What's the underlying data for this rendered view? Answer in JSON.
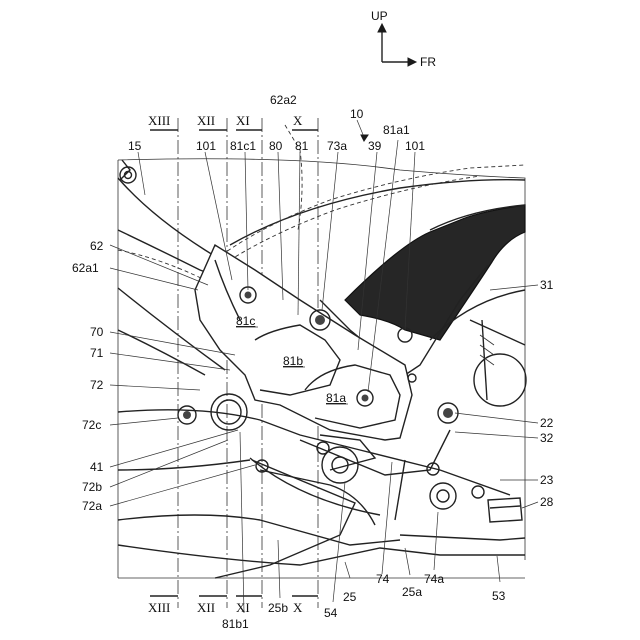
{
  "orientation": {
    "up": "UP",
    "forward": "FR"
  },
  "section_marks": {
    "top": [
      "XIII",
      "XII",
      "XI",
      "X"
    ],
    "bottom": [
      "XIII",
      "XII",
      "XI",
      "X"
    ]
  },
  "labels": {
    "l15": "15",
    "l101a": "101",
    "l81c1": "81c1",
    "l80": "80",
    "l81": "81",
    "l62a2": "62a2",
    "l10": "10",
    "l73a": "73a",
    "l39": "39",
    "l81a1": "81a1",
    "l101b": "101",
    "l62": "62",
    "l62a1": "62a1",
    "l70": "70",
    "l71": "71",
    "l72": "72",
    "l72c": "72c",
    "l41": "41",
    "l72b": "72b",
    "l72a": "72a",
    "l31": "31",
    "l22": "22",
    "l32": "32",
    "l23": "23",
    "l28": "28",
    "l81c": "81c",
    "l81b": "81b",
    "l81a": "81a",
    "l81b1": "81b1",
    "l25b": "25b",
    "l54": "54",
    "l25": "25",
    "l74": "74",
    "l25a": "25a",
    "l74a": "74a",
    "l53": "53"
  }
}
